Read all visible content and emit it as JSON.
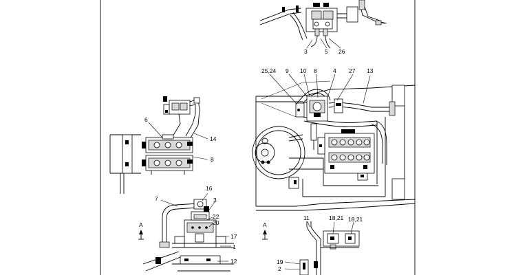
{
  "callouts": {
    "top_3": "3",
    "top_5": "5",
    "top_26": "26",
    "r_25_24": "25,24",
    "r_9": "9",
    "r_10": "10",
    "r_8": "8",
    "r_4": "4",
    "r_27": "27",
    "r_13": "13",
    "l_6": "6",
    "l_14": "14",
    "l_8": "8",
    "b_16": "16",
    "b_7": "7",
    "b_3": "3",
    "b_22": "22",
    "b_20": "20",
    "b_17": "17",
    "b_1": "1",
    "b_12": "12",
    "br_11": "11",
    "br_18_21a": "18,21",
    "br_18_21b": "18,21",
    "br_19": "19",
    "br_2": "2"
  },
  "view_markers": {
    "left_a": "A",
    "right_a": "A"
  }
}
